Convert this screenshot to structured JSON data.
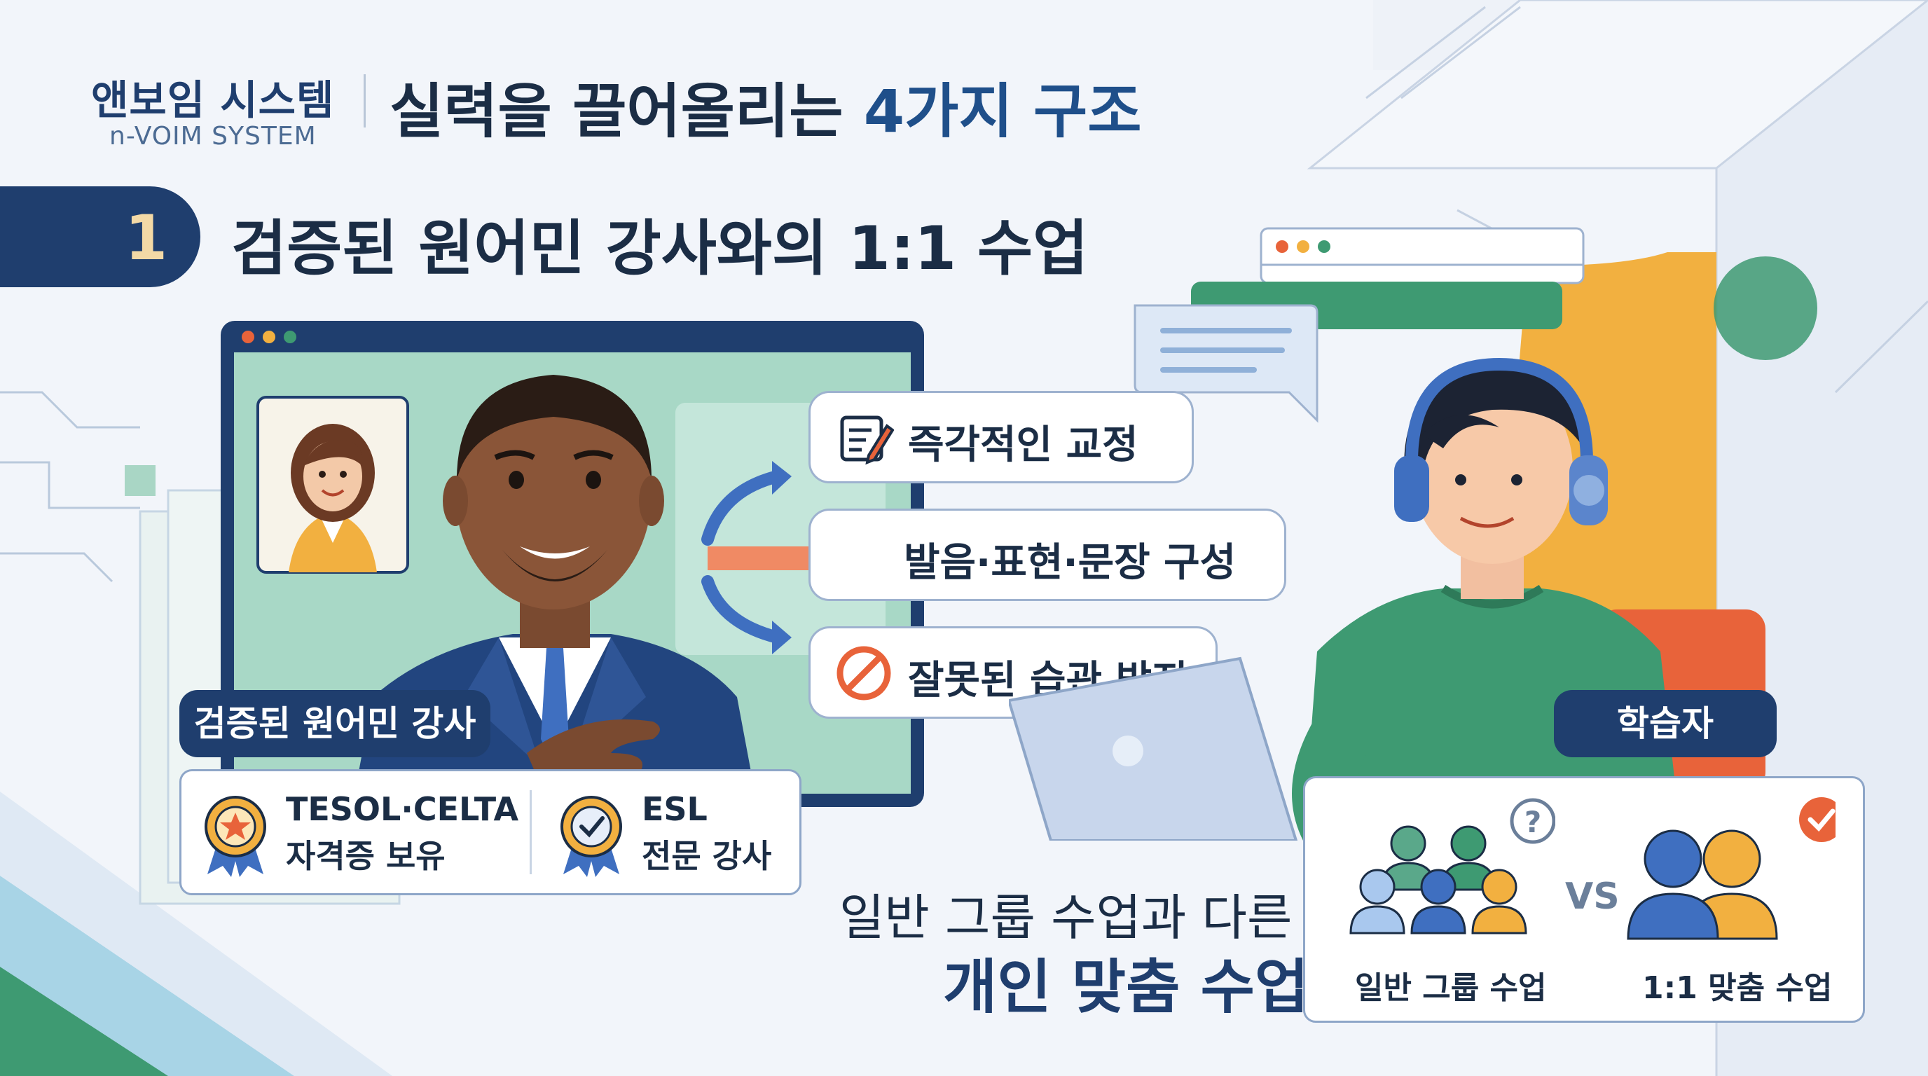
{
  "brand": {
    "name_ko": "앤보임 시스템",
    "name_en": "n-VOIM SYSTEM"
  },
  "headline": {
    "prefix": "실력을 끌어올리는 ",
    "highlight": "4가지 구조"
  },
  "step": {
    "number": "1",
    "title": "검증된 원어민 강사와의 1:1 수업"
  },
  "features": [
    {
      "label": "즉각적인 교정",
      "icon": "edit-note-icon"
    },
    {
      "label": "발음·표현·문장 구성",
      "icon": "arrow-right-icon"
    },
    {
      "label": "잘못된 습관 방지",
      "icon": "prohibited-icon"
    }
  ],
  "tags": {
    "teacher": "검증된 원어민 강사",
    "learner": "학습자"
  },
  "credentials": [
    {
      "line1": "TESOL·CELTA",
      "line2": "자격증 보유",
      "icon": "star-medal-icon"
    },
    {
      "line1": "ESL",
      "line2": "전문 강사",
      "icon": "check-medal-icon"
    }
  ],
  "tagline": {
    "line1": "일반 그룹 수업과 다른",
    "line2": "개인 맞춤 수업"
  },
  "comparison": {
    "left_label": "일반 그룹 수업",
    "vs": "VS",
    "right_label": "1:1 맞춤 수업",
    "left_badge": "?"
  },
  "colors": {
    "navy": "#1f3e6e",
    "green": "#3e9a72",
    "orange": "#e8633a",
    "gold": "#f2b040",
    "blue": "#3f6fc0"
  }
}
